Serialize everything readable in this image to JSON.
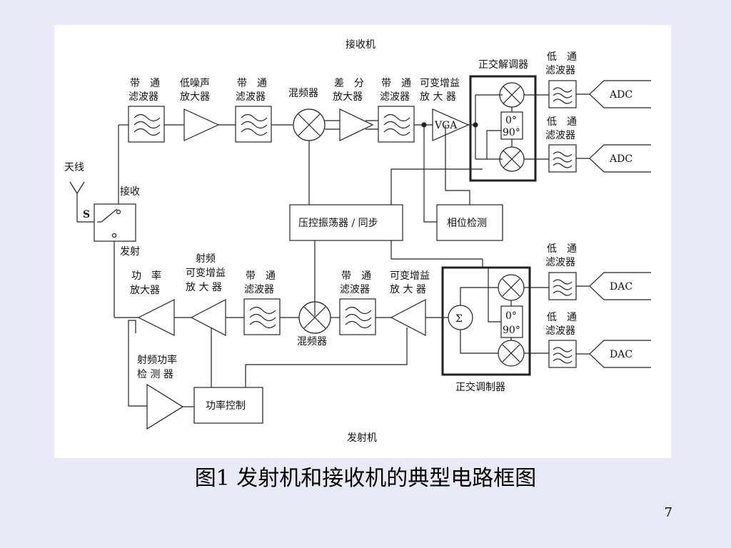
{
  "receiver": {
    "title": "接收机",
    "antenna": "天线",
    "switch": "S",
    "rx_port": "接收",
    "tx_port": "发射",
    "bpf1": [
      "带　通",
      "滤波器"
    ],
    "lna": [
      "低噪声",
      "放大器"
    ],
    "bpf2": [
      "带　通",
      "滤波器"
    ],
    "mixer": "混频器",
    "diff_amp": [
      "差　分",
      "放大器"
    ],
    "bpf3": [
      "带　通",
      "滤波器"
    ],
    "vga_label": [
      "可变增益",
      "放 大 器"
    ],
    "vga": "VGA",
    "iq_demod": "正交解调器",
    "phase_0": "0°",
    "phase_90": "90°",
    "lpf_top": [
      "低　通",
      "滤波器"
    ],
    "lpf_bottom": [
      "低　通",
      "滤波器"
    ],
    "adc_top": "ADC",
    "adc_bottom": "ADC",
    "vco": "压控振荡器 / 同步",
    "phase_detect": "相位检测"
  },
  "transmitter": {
    "title": "发射机",
    "pa": [
      "功　率",
      "放大器"
    ],
    "rf_vga": [
      "射频",
      "可变增益",
      "放 大 器"
    ],
    "bpf1": [
      "带　通",
      "滤波器"
    ],
    "mixer": "混频器",
    "bpf2": [
      "带　通",
      "滤波器"
    ],
    "vga": [
      "可变增益",
      "放 大 器"
    ],
    "iq_mod": "正交调制器",
    "sigma": "Σ",
    "phase_0": "0°",
    "phase_90": "90°",
    "lpf_top": [
      "低　通",
      "滤波器"
    ],
    "lpf_bottom": [
      "低　通",
      "滤波器"
    ],
    "dac_top": "DAC",
    "dac_bottom": "DAC",
    "rf_power_detect": [
      "射频功率",
      "检 测 器"
    ],
    "power_ctrl": "功率控制"
  },
  "caption": "图1  发射机和接收机的典型电路框图",
  "page_number": "7"
}
